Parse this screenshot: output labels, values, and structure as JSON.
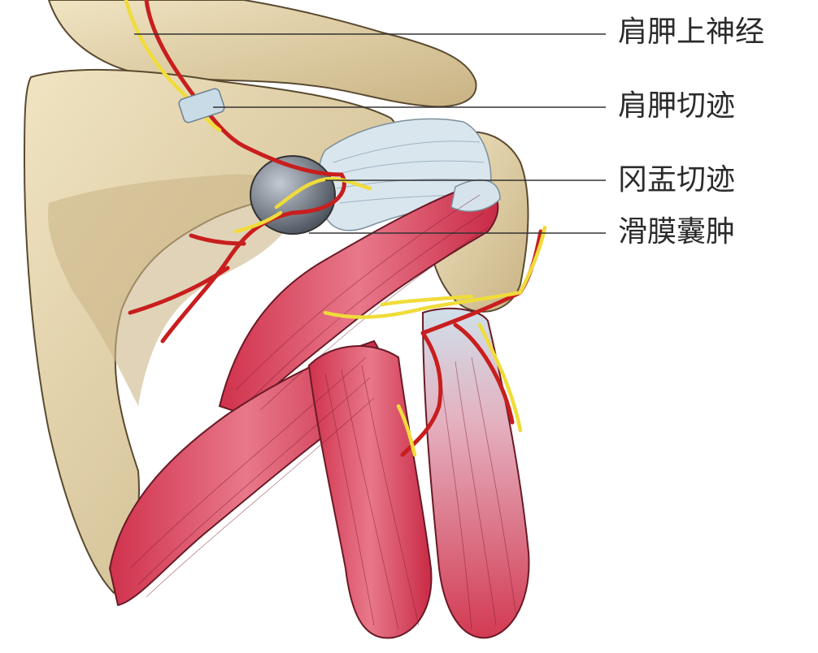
{
  "labels": [
    {
      "id": "suprascapular-nerve",
      "text": "肩胛上神经"
    },
    {
      "id": "suprascapular-notch",
      "text": "肩胛切迹"
    },
    {
      "id": "spinoglenoid-notch",
      "text": "冈盂切迹"
    },
    {
      "id": "ganglion-cyst",
      "text": "滑膜囊肿"
    }
  ],
  "colors": {
    "bone": "#e8d9b0",
    "bone_shadow": "#b89f6e",
    "muscle": "#d9485e",
    "muscle_light": "#f2a3b0",
    "artery": "#c81e1e",
    "nerve": "#f0dc3a",
    "cyst": "#6c7480",
    "ligament": "#c9dbe6",
    "leader_line": "#333333"
  }
}
